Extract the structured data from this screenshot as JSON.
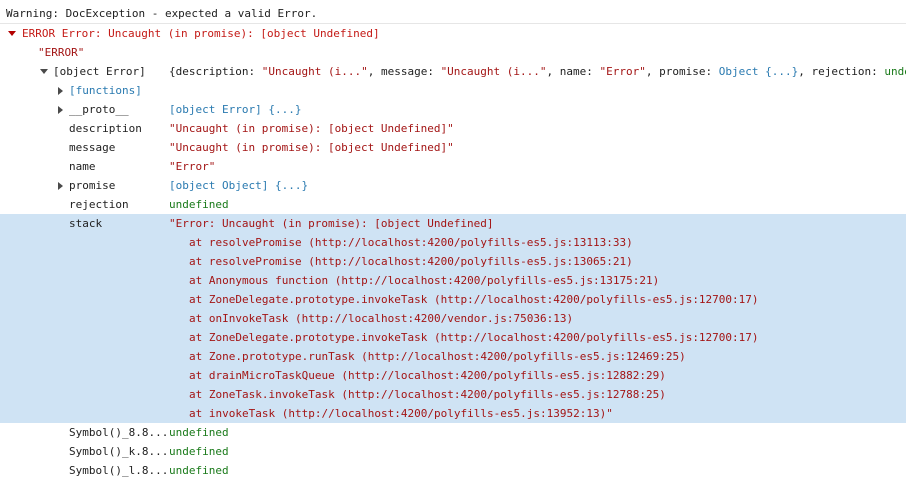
{
  "warning": "Warning: DocException - expected a valid Error.",
  "error_header": "ERROR Error: Uncaught (in promise): [object Undefined]",
  "error_label": "\"ERROR\"",
  "object_key": "[object Error]",
  "object_summary": {
    "open": "{",
    "k1": "description",
    "v1": "\"Uncaught (i...\"",
    "k2": "message",
    "v2": "\"Uncaught (i...\"",
    "k3": "name",
    "v3": "\"Error\"",
    "k4": "promise",
    "v4": "Object {...}",
    "k5": "rejection",
    "v5": "unde"
  },
  "rows": {
    "functions": "[functions]",
    "proto_key": "__proto__",
    "proto_val": "[object Error] {...}",
    "description_key": "description",
    "description_val": "\"Uncaught (in promise): [object Undefined]\"",
    "message_key": "message",
    "message_val": "\"Uncaught (in promise): [object Undefined]\"",
    "name_key": "name",
    "name_val": "\"Error\"",
    "promise_key": "promise",
    "promise_val": "[object Object] {...}",
    "rejection_key": "rejection",
    "rejection_val": "undefined",
    "stack_key": "stack"
  },
  "stack_lines": [
    "\"Error: Uncaught (in promise): [object Undefined]",
    "at resolvePromise (http://localhost:4200/polyfills-es5.js:13113:33)",
    "at resolvePromise (http://localhost:4200/polyfills-es5.js:13065:21)",
    "at Anonymous function (http://localhost:4200/polyfills-es5.js:13175:21)",
    "at ZoneDelegate.prototype.invokeTask (http://localhost:4200/polyfills-es5.js:12700:17)",
    "at onInvokeTask (http://localhost:4200/vendor.js:75036:13)",
    "at ZoneDelegate.prototype.invokeTask (http://localhost:4200/polyfills-es5.js:12700:17)",
    "at Zone.prototype.runTask (http://localhost:4200/polyfills-es5.js:12469:25)",
    "at drainMicroTaskQueue (http://localhost:4200/polyfills-es5.js:12882:29)",
    "at ZoneTask.invokeTask (http://localhost:4200/polyfills-es5.js:12788:25)",
    "at invokeTask (http://localhost:4200/polyfills-es5.js:13952:13)\""
  ],
  "symbols": [
    {
      "key": "Symbol()_8.8...",
      "val": "undefined"
    },
    {
      "key": "Symbol()_k.8...",
      "val": "undefined"
    },
    {
      "key": "Symbol()_l.8...",
      "val": "undefined"
    }
  ]
}
